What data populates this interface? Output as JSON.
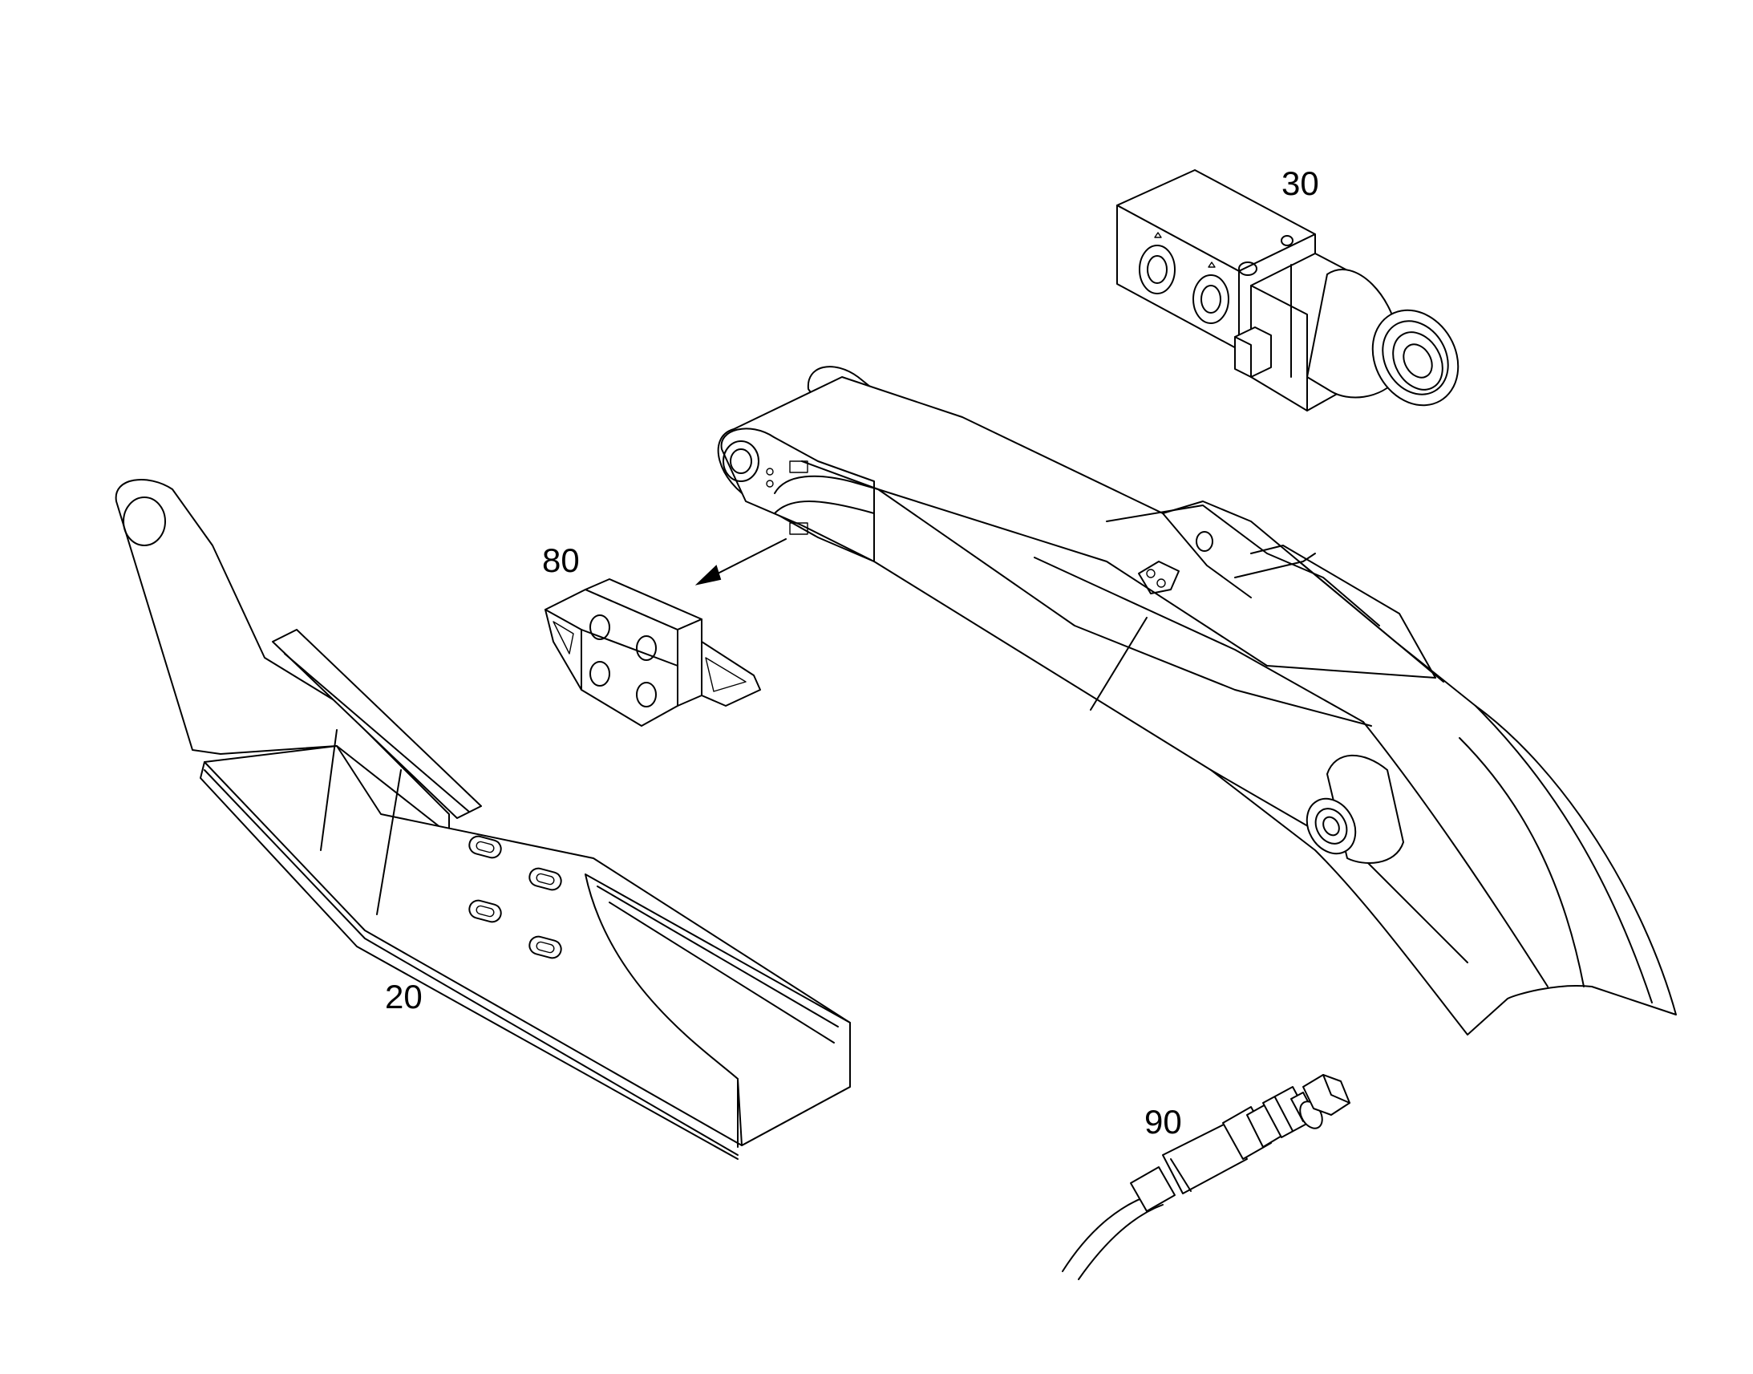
{
  "labels": {
    "part_20": "20",
    "part_30": "30",
    "part_80": "80",
    "part_90": "90"
  },
  "colors": {
    "line": "#000000",
    "background": "#ffffff"
  }
}
